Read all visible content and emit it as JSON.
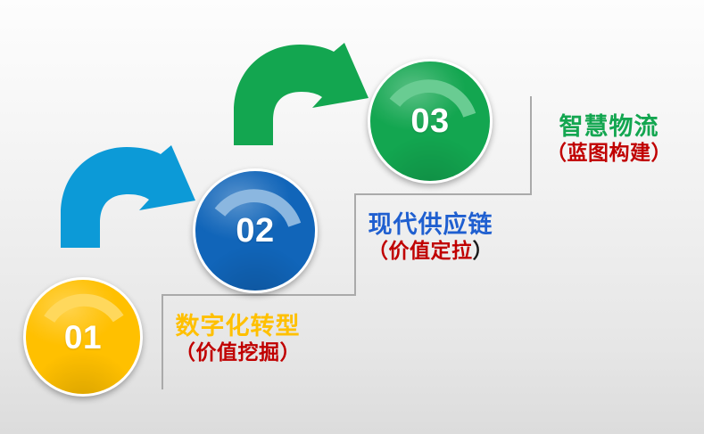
{
  "slide": {
    "background_top_color": "#fdfdfd",
    "background_bottom_color": "#dcdcdc",
    "connector_color": "#aaaaaa"
  },
  "steps": [
    {
      "number": "01",
      "circle_color": "#FFC000",
      "arc_color": "#FFD24D",
      "title": "数字化转型",
      "title_color": "#FFC000",
      "subtitle_open": "（",
      "subtitle_text": "价值挖掘",
      "subtitle_close": "）",
      "subtitle_color": "#C00000"
    },
    {
      "number": "02",
      "circle_color": "#1165B9",
      "arc_color": "#8BB7E0",
      "title": "现代供应链",
      "title_color": "#1F5FD0",
      "subtitle_open": "（",
      "subtitle_text": "价值定拉",
      "subtitle_close": "）",
      "subtitle_color": "#C00000",
      "subtitle_close_color": "#1a1a1a"
    },
    {
      "number": "03",
      "circle_color": "#13A650",
      "arc_color": "#69CC92",
      "title": "智慧物流",
      "title_color": "#13A650",
      "subtitle_open": "（",
      "subtitle_text": "蓝图构建",
      "subtitle_close": "）",
      "subtitle_color": "#C00000"
    }
  ],
  "arrows": [
    {
      "name": "curved-arrow-blue",
      "color": "#0C9AD7"
    },
    {
      "name": "curved-arrow-green",
      "color": "#13A650"
    }
  ]
}
